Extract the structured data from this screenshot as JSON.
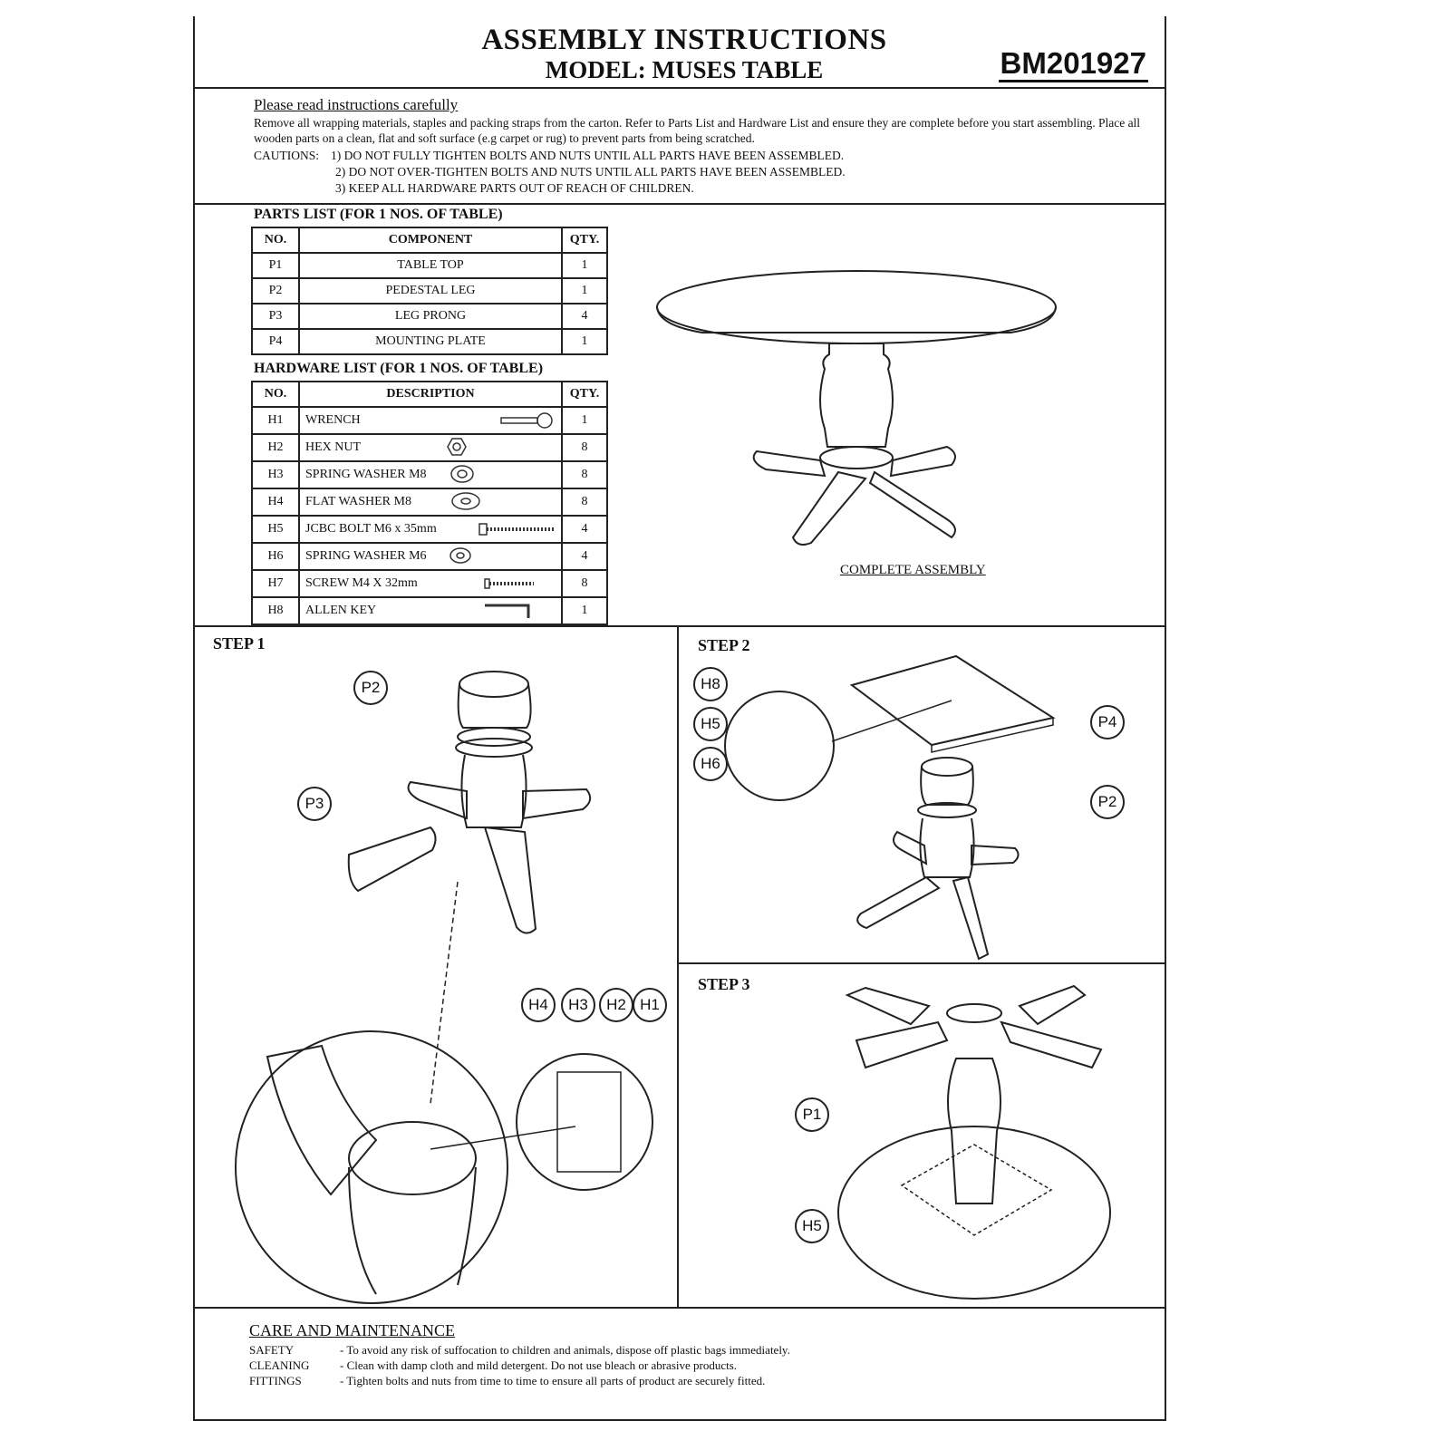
{
  "header": {
    "title": "ASSEMBLY INSTRUCTIONS",
    "model": "MODEL: MUSES TABLE",
    "code": "BM201927"
  },
  "intro": {
    "heading": "Please read instructions carefully",
    "text": "Remove all wrapping materials, staples and packing straps from the carton. Refer to Parts List and Hardware List and ensure they are complete before you start assembling. Place all wooden parts on a clean, flat and soft surface (e.g carpet or rug) to prevent parts from being scratched.",
    "cautions_label": "CAUTIONS:",
    "cautions": [
      "1) DO NOT FULLY TIGHTEN BOLTS AND NUTS UNTIL ALL PARTS HAVE BEEN ASSEMBLED.",
      "2) DO NOT OVER-TIGHTEN BOLTS AND NUTS UNTIL ALL PARTS HAVE BEEN ASSEMBLED.",
      "3) KEEP ALL HARDWARE PARTS OUT OF REACH OF CHILDREN."
    ]
  },
  "parts_list": {
    "title": "PARTS LIST (FOR 1 NOS. OF TABLE)",
    "headers": [
      "NO.",
      "COMPONENT",
      "QTY."
    ],
    "rows": [
      {
        "no": "P1",
        "component": "TABLE TOP",
        "qty": "1"
      },
      {
        "no": "P2",
        "component": "PEDESTAL  LEG",
        "qty": "1"
      },
      {
        "no": "P3",
        "component": "LEG PRONG",
        "qty": "4"
      },
      {
        "no": "P4",
        "component": "MOUNTING PLATE",
        "qty": "1"
      }
    ]
  },
  "hardware_list": {
    "title": "HARDWARE LIST (FOR 1 NOS. OF TABLE)",
    "headers": [
      "NO.",
      "DESCRIPTION",
      "QTY."
    ],
    "rows": [
      {
        "no": "H1",
        "description": "WRENCH",
        "qty": "1",
        "icon": "wrench-icon"
      },
      {
        "no": "H2",
        "description": "HEX NUT",
        "qty": "8",
        "icon": "hex-nut-icon"
      },
      {
        "no": "H3",
        "description": "SPRING WASHER M8",
        "qty": "8",
        "icon": "spring-washer-icon"
      },
      {
        "no": "H4",
        "description": "FLAT WASHER M8",
        "qty": "8",
        "icon": "flat-washer-icon"
      },
      {
        "no": "H5",
        "description": "JCBC BOLT M6 x 35mm",
        "qty": "4",
        "icon": "bolt-icon"
      },
      {
        "no": "H6",
        "description": "SPRING WASHER M6",
        "qty": "4",
        "icon": "spring-washer-icon"
      },
      {
        "no": "H7",
        "description": "SCREW M4 X 32mm",
        "qty": "8",
        "icon": "screw-icon"
      },
      {
        "no": "H8",
        "description": "ALLEN KEY",
        "qty": "1",
        "icon": "allen-key-icon"
      }
    ]
  },
  "complete_assembly_caption": "COMPLETE ASSEMBLY",
  "steps": {
    "step1": {
      "label": "STEP 1",
      "callouts": {
        "p2": "P2",
        "p3": "P3",
        "h4": "H4",
        "h3": "H3",
        "h2": "H2",
        "h1": "H1"
      }
    },
    "step2": {
      "label": "STEP 2",
      "callouts": {
        "h8": "H8",
        "h5": "H5",
        "h6": "H6",
        "p4": "P4",
        "p2": "P2"
      }
    },
    "step3": {
      "label": "STEP 3",
      "callouts": {
        "p1": "P1",
        "h5": "H5"
      }
    }
  },
  "care": {
    "heading": "CARE AND MAINTENANCE",
    "rows": [
      {
        "key": "SAFETY",
        "text": "- To avoid any risk of suffocation to children and animals, dispose off plastic bags immediately."
      },
      {
        "key": "CLEANING",
        "text": "- Clean with damp cloth and mild detergent. Do not use bleach or abrasive products."
      },
      {
        "key": "FITTINGS",
        "text": "- Tighten bolts and nuts from time to time to ensure all parts of product are securely fitted."
      }
    ]
  }
}
